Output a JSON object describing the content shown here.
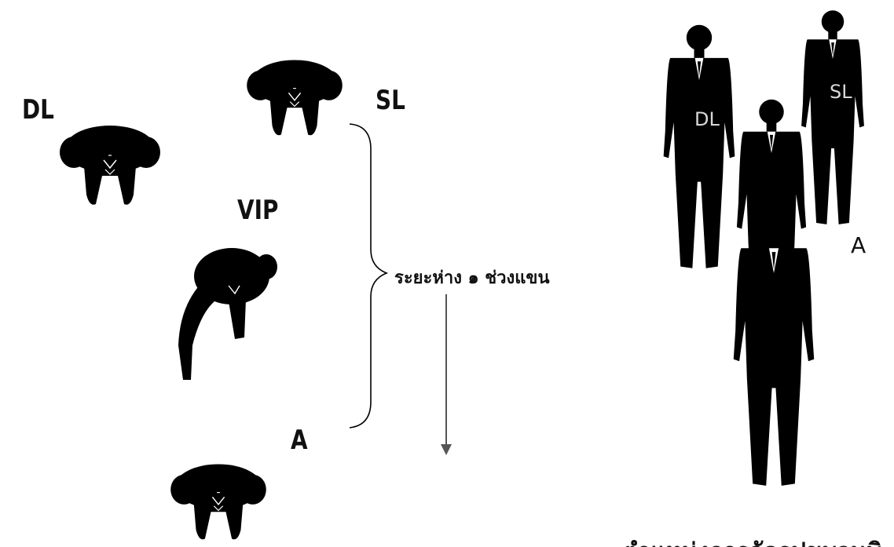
{
  "left_diagram": {
    "labels": {
      "dl": "DL",
      "sl": "SL",
      "vip": "VIP",
      "a": "A"
    },
    "distance_label": "ระยะห่าง ๑ ช่วงแขน"
  },
  "right_photo": {
    "labels": {
      "dl": "DL",
      "sl": "SL",
      "a": "A"
    },
    "caption_partial": "ตำแหน่งการจัดรูปขบวนพิ"
  },
  "colors": {
    "figure": "#000000",
    "suit_label": "#d8d8d8",
    "arrow": "#555555",
    "brace": "#000000"
  }
}
